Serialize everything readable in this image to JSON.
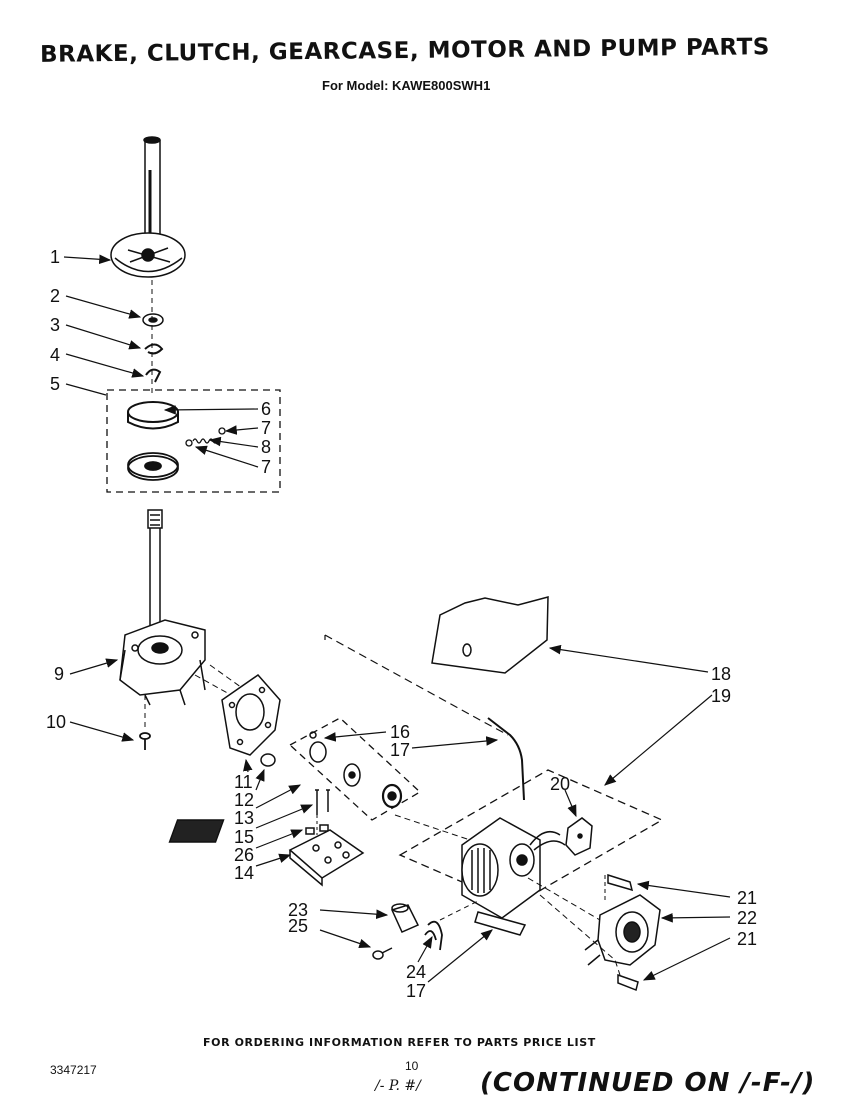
{
  "header": {
    "title": "BRAKE, CLUTCH, GEARCASE, MOTOR AND PUMP PARTS",
    "subtitle": "For Model: KAWE800SWH1"
  },
  "footer": {
    "note": "FOR ORDERING INFORMATION REFER TO PARTS PRICE LIST",
    "doc_number": "3347217",
    "page_number": "10",
    "continued": "(CONTINUED ON /-F-/)",
    "handwritten": "/- P. #/"
  },
  "callouts": {
    "c1": "1",
    "c2": "2",
    "c3": "3",
    "c4": "4",
    "c5": "5",
    "c6": "6",
    "c7a": "7",
    "c8": "8",
    "c7b": "7",
    "c9": "9",
    "c10": "10",
    "c11": "11",
    "c12": "12",
    "c13": "13",
    "c15": "15",
    "c26": "26",
    "c14": "14",
    "c16": "16",
    "c17a": "17",
    "c18": "18",
    "c19": "19",
    "c20": "20",
    "c21a": "21",
    "c22": "22",
    "c21b": "21",
    "c23": "23",
    "c25": "25",
    "c24": "24",
    "c17b": "17"
  }
}
